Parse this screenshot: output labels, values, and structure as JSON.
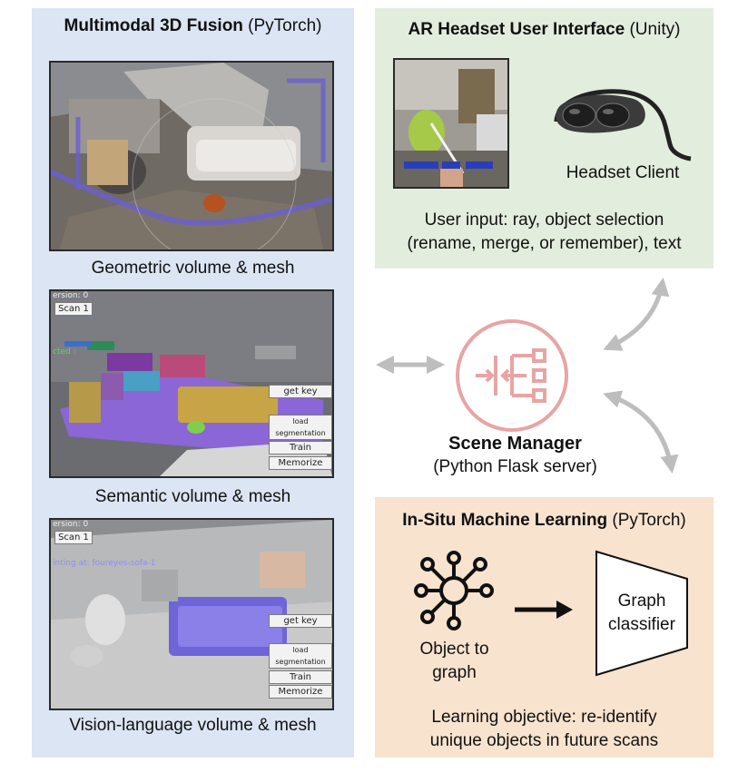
{
  "left_panel": {
    "title_bold": "Multimodal 3D Fusion",
    "title_rest": " (PyTorch)",
    "captions": [
      "Geometric volume & mesh",
      "Semantic volume & mesh",
      "Vision-language volume & mesh"
    ],
    "semantic_ui": {
      "version": "ersion: 0",
      "scan": "Scan 1",
      "label1": "cted :",
      "buttons": [
        "get key",
        "load segmentation",
        "Train",
        "Memorize"
      ]
    },
    "vl_ui": {
      "version": "ersion: 0",
      "scan": "Scan 1",
      "pointing": "inting at: foureyes-sofa-1",
      "buttons": [
        "get key",
        "load segmentation",
        "Train",
        "Memorize"
      ]
    }
  },
  "ar_panel": {
    "title_bold": "AR Headset User Interface",
    "title_rest": " (Unity)",
    "headset_label": "Headset Client",
    "description": [
      "User input: ray, object selection",
      "(rename, merge, or remember), text"
    ]
  },
  "scene_manager": {
    "title": "Scene Manager",
    "subtitle": "(Python Flask server)",
    "accent": "#e8a4a4"
  },
  "ml_panel": {
    "title_bold": "In-Situ Machine Learning",
    "title_rest": " (PyTorch)",
    "graph_label": [
      "Object to",
      "graph"
    ],
    "classifier_label": [
      "Graph",
      "classifier"
    ],
    "objective": [
      "Learning objective: re-identify",
      "unique objects in future scans"
    ]
  },
  "icons": [
    "graph-icon",
    "arrow-right-icon",
    "scene-manager-icon",
    "headset-icon",
    "double-arrow-icon"
  ]
}
